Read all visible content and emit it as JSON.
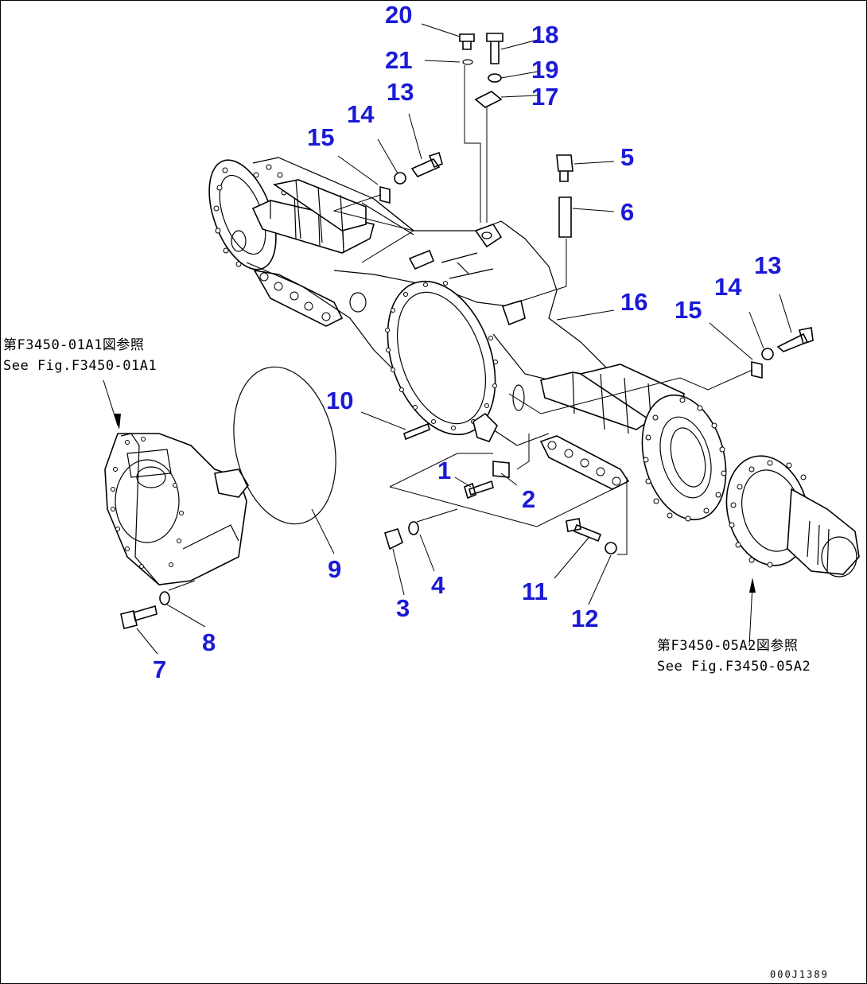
{
  "callouts": [
    {
      "num": "20"
    },
    {
      "num": "18"
    },
    {
      "num": "21"
    },
    {
      "num": "19"
    },
    {
      "num": "13"
    },
    {
      "num": "17"
    },
    {
      "num": "14"
    },
    {
      "num": "15"
    },
    {
      "num": "5"
    },
    {
      "num": "6"
    },
    {
      "num": "13"
    },
    {
      "num": "14"
    },
    {
      "num": "16"
    },
    {
      "num": "15"
    },
    {
      "num": "10"
    },
    {
      "num": "1"
    },
    {
      "num": "2"
    },
    {
      "num": "4"
    },
    {
      "num": "3"
    },
    {
      "num": "9"
    },
    {
      "num": "11"
    },
    {
      "num": "12"
    },
    {
      "num": "8"
    },
    {
      "num": "7"
    }
  ],
  "references": {
    "left": {
      "jp": "第F3450-01A1図参照",
      "en": "See Fig.F3450-01A1"
    },
    "right": {
      "jp": "第F3450-05A2図参照",
      "en": "See Fig.F3450-05A2"
    }
  },
  "drawing_code": "000J1389",
  "colors": {
    "callout": "#1a1ad6",
    "line": "#000000",
    "background": "#ffffff"
  }
}
